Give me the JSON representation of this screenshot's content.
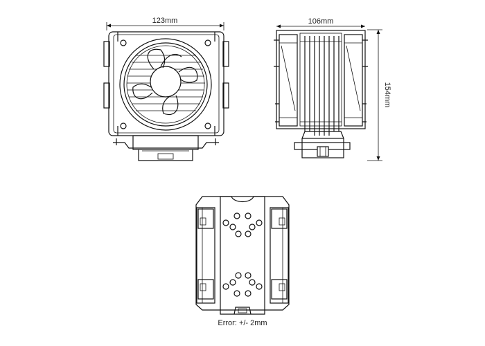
{
  "front_view": {
    "width_label": "123mm"
  },
  "side_view": {
    "width_label": "106mm",
    "height_label": "154mm"
  },
  "bottom_view": {
    "error_label": "Error: +/- 2mm"
  },
  "colors": {
    "line": "#111111",
    "background": "#ffffff"
  }
}
